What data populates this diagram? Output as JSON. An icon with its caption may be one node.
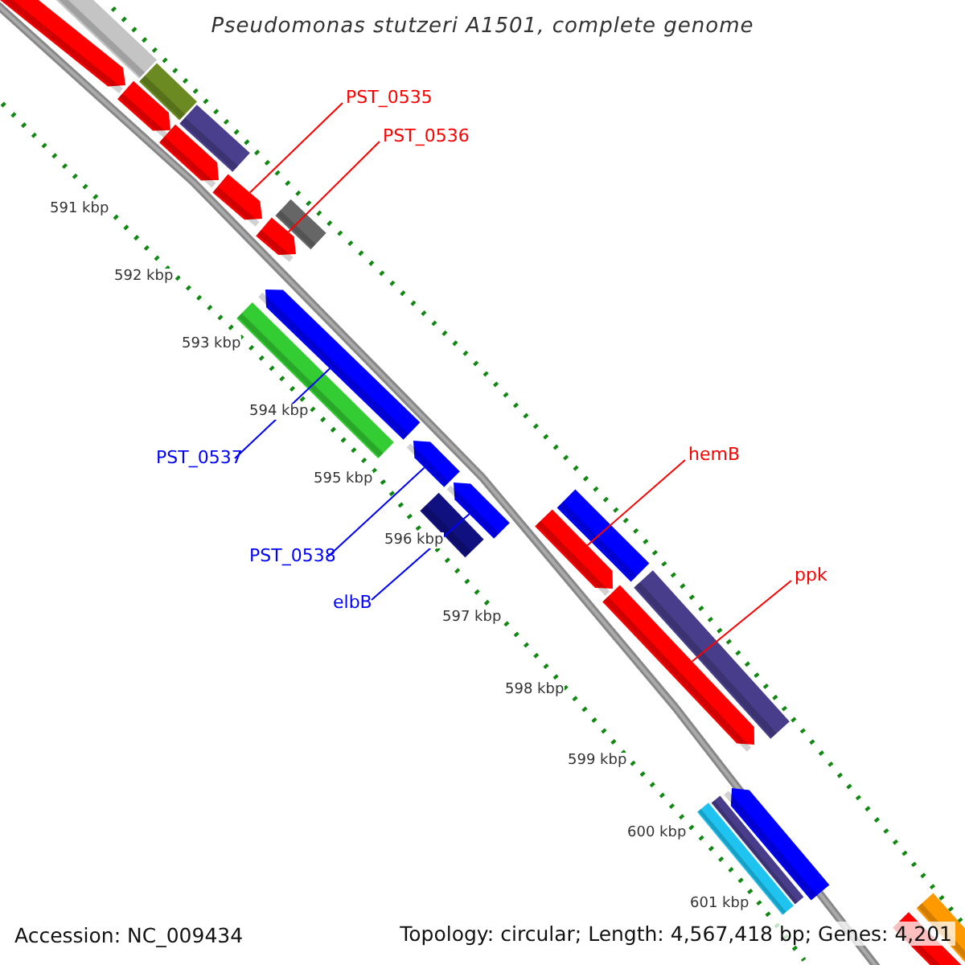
{
  "diagram": {
    "title": "Pseudomonas stutzeri A1501, complete genome",
    "nodes": [
      {
        "text": [
          "PST_0535"
        ]
      },
      {
        "text": [],
        "shape": "arrow"
      },
      {
        "text": [
          "PST_0536"
        ]
      },
      {
        "text": [],
        "shape": "arrow"
      },
      {
        "text": [
          "PST_0537"
        ]
      },
      {
        "text": [],
        "shape": "arrow"
      },
      {
        "text": [
          "PST_0538"
        ]
      },
      {
        "text": [],
        "shape": "arrow"
      },
      {
        "text": [
          "elbB"
        ]
      },
      {
        "text": [],
        "shape": "arrow"
      },
      {
        "text": [
          "hemB"
        ]
      },
      {
        "text": [],
        "shape": "arrow"
      },
      {
        "text": [
          "ppk"
        ]
      },
      {
        "text": [],
        "shape": "arrow"
      },
      {
        "text": [],
        "shape": "bar"
      },
      {
        "text": [],
        "shape": "bar"
      },
      {
        "text": [],
        "shape": "bar"
      },
      {
        "text": [],
        "shape": "bar"
      },
      {
        "text": [],
        "shape": "arrow"
      },
      {
        "text": [],
        "shape": "arrow"
      },
      {
        "text": [],
        "shape": "arrow"
      },
      {
        "text": [],
        "shape": "bar"
      },
      {
        "text": [],
        "shape": "bar"
      },
      {
        "text": [],
        "shape": "bar"
      },
      {
        "text": [],
        "shape": "bar"
      },
      {
        "text": [],
        "shape": "bar"
      },
      {
        "text": [],
        "shape": "bar"
      },
      {
        "text": [],
        "shape": "arrow"
      },
      {
        "text": [],
        "shape": "bar"
      },
      {
        "text": [],
        "shape": "bar"
      }
    ],
    "edges": [
      {
        "from": 0,
        "to": 1,
        "arrow": "none"
      },
      {
        "from": 2,
        "to": 3,
        "arrow": "none"
      },
      {
        "from": 4,
        "to": 5,
        "arrow": "none",
        "color": "#0000ff"
      },
      {
        "from": 6,
        "to": 7,
        "arrow": "none",
        "color": "#0000ff"
      },
      {
        "from": 8,
        "to": 9,
        "arrow": "none",
        "color": "#0000ff"
      },
      {
        "from": 10,
        "to": 11,
        "arrow": "none"
      },
      {
        "from": 12,
        "to": 13,
        "arrow": "none"
      }
    ],
    "labels": [
      "591 kbp",
      "592 kbp",
      "593 kbp",
      "594 kbp",
      "595 kbp",
      "596 kbp",
      "597 kbp",
      "598 kbp",
      "599 kbp",
      "600 kbp",
      "601 kbp",
      "Accession: NC_009434",
      "Topology: circular; Length: 4,567,418 bp; Genes: 4,201"
    ]
  }
}
